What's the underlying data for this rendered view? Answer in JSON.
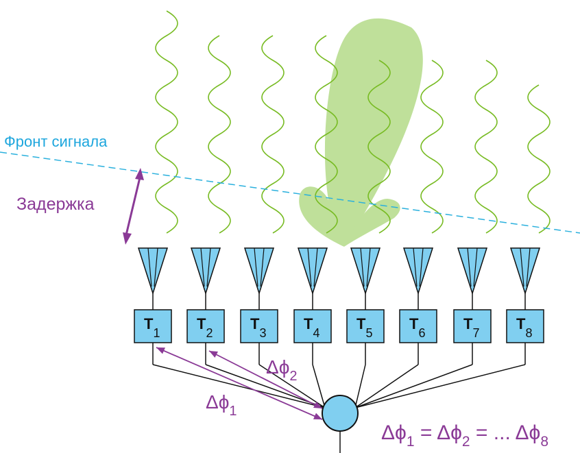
{
  "colors": {
    "wave": "#77bb22",
    "lobe": "#bfe09a",
    "antenna_fill": "#80cff0",
    "module_fill": "#80cff0",
    "outline": "#111111",
    "front_line": "#2ab0dd",
    "front_label": "#1da6dd",
    "delay": "#8a3a96",
    "phase": "#8a3a96",
    "formula": "#8a3a96"
  },
  "labels": {
    "front": "Фронт сигнала",
    "delay": "Задержка",
    "dphi_symbol": "Δϕ",
    "dphi1_sub": "1",
    "dphi2_sub": "2"
  },
  "formula": {
    "part1": "Δϕ",
    "sub1": "1",
    "eq1": " = Δϕ",
    "sub2": "2",
    "eq2": " = ...  Δϕ",
    "sub3": "8"
  },
  "modules": [
    {
      "t": "T",
      "n": "1"
    },
    {
      "t": "T",
      "n": "2"
    },
    {
      "t": "T",
      "n": "3"
    },
    {
      "t": "T",
      "n": "4"
    },
    {
      "t": "T",
      "n": "5"
    },
    {
      "t": "T",
      "n": "6"
    },
    {
      "t": "T",
      "n": "7"
    },
    {
      "t": "T",
      "n": "8"
    }
  ],
  "icons": {
    "antenna": "antenna-icon",
    "combiner": "combiner-node-icon",
    "wave": "wave-icon",
    "beam": "beam-pattern-icon"
  }
}
